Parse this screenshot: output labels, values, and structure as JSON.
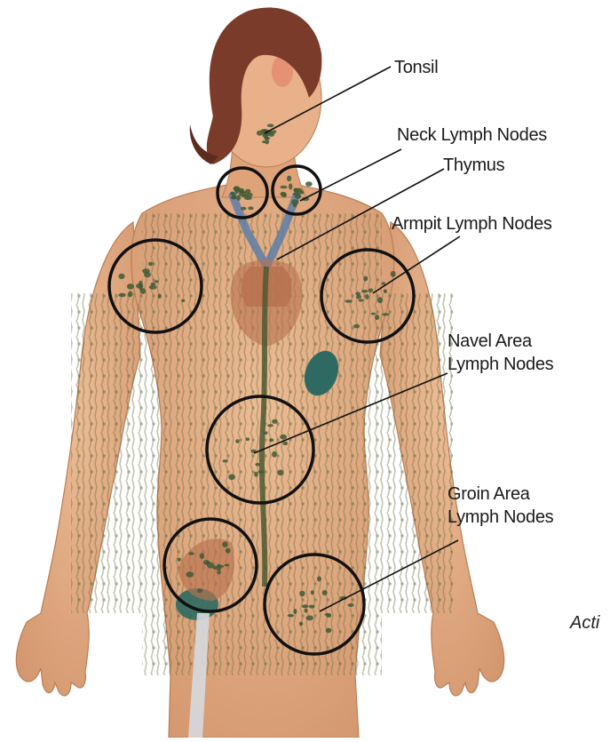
{
  "labels": {
    "tonsil": "Tonsil",
    "neck": "Neck Lymph Nodes",
    "thymus": "Thymus",
    "armpit": "Armpit Lymph Nodes",
    "navel_line1": "Navel Area",
    "navel_line2": "Lymph Nodes",
    "groin_line1": "Groin Area",
    "groin_line2": "Lymph Nodes"
  },
  "cutoff_text": "Acti",
  "colors": {
    "skin": "#e3ac82",
    "skin_shadow": "#c98a5e",
    "hair": "#7a3b2a",
    "vessel": "#5f6b3c",
    "node": "#3f5a36",
    "organ": "#b8714f",
    "spleen": "#2f6a62",
    "vein": "#5e7ea8",
    "circle": "#111111",
    "leader": "#111111"
  }
}
